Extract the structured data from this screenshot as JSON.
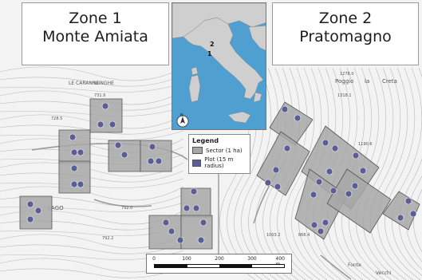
{
  "zone1": {
    "line1": "Zone 1",
    "line2": "Monte Amiata"
  },
  "zone2": {
    "line1": "Zone 2",
    "line2": "Pratomagno"
  },
  "inset": {
    "numbers": [
      "2",
      "1"
    ],
    "north": "N"
  },
  "legend": {
    "title": "Legend",
    "sector_label": "Sector (1 ha)",
    "plot_label": "Plot (15 m radius)",
    "sector_color": "#a7a7a7",
    "plot_color": "#5b5e92"
  },
  "scale": {
    "ticks": [
      "0",
      "100",
      "200",
      "300",
      "400 m"
    ]
  },
  "map_labels": {
    "caranne": "LE CARANNE",
    "lunghe": "LUNGHE",
    "lago": "LAGO",
    "e1": "728.5",
    "e2": "792.0",
    "e3": "792.2",
    "e4": "731.9",
    "poggio": "Poggio",
    "la": "la",
    "creta": "Creta",
    "e5": "1278.0",
    "e6": "1318.1",
    "e7": "1190.6",
    "e8": "1003.2",
    "fonte": "Fonte",
    "vecchi": "Vecchi",
    "e9": "866.4"
  },
  "colors": {
    "sea": "#4f9fd0",
    "land": "#cfcfcf",
    "sector": "#a7a7a7",
    "plot": "#5b5e92",
    "contour": "#b9b9b9"
  }
}
